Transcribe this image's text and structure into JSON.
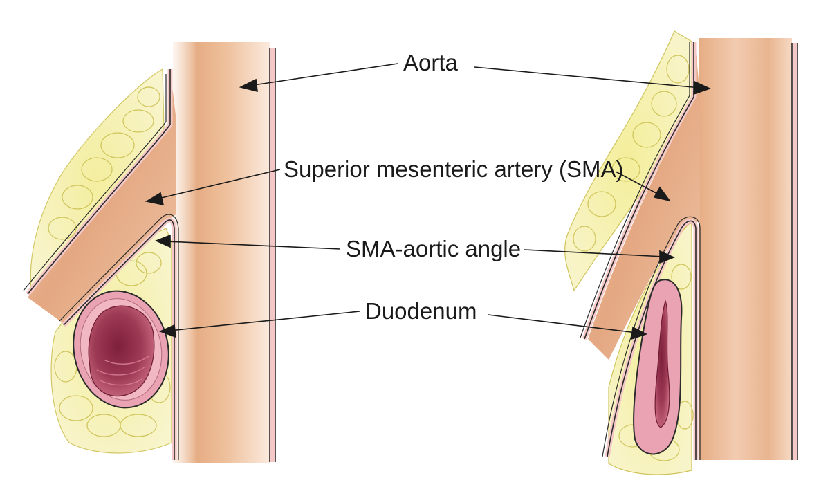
{
  "labels": {
    "aorta": "Aorta",
    "sma": "Superior mesenteric artery (SMA)",
    "angle": "SMA-aortic angle",
    "duodenum": "Duodenum"
  },
  "colors": {
    "aorta_fill": "#e7b48e",
    "vessel_wall": "#f3c8c6",
    "fat": "#f1ea8e",
    "duodenum_wall": "#eaa3b2",
    "duodenum_lumen": "#9e3a55",
    "outline": "#2a2a2a"
  }
}
